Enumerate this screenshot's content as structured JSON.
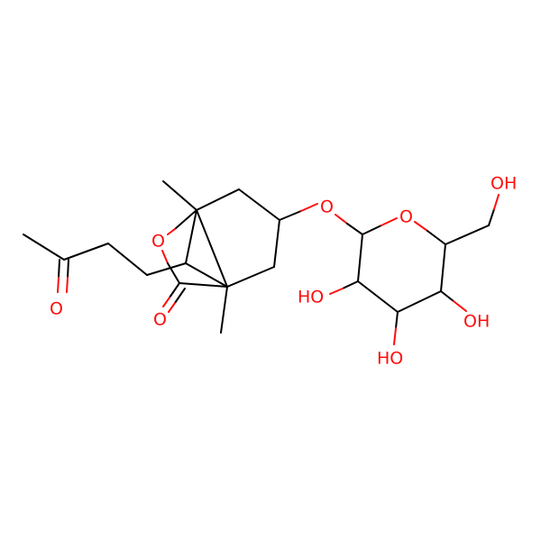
{
  "molecule": {
    "atom_color": "#ff0d0d",
    "bond_color": "#000000",
    "labels": {
      "ring_oxygen_bridge": "O",
      "ketone_oxygen_chain": "O",
      "lactone_carbonyl_oxygen": "O",
      "glycosidic_oxygen": "O",
      "sugar_ring_oxygen": "O",
      "hydroxymethyl_oh": "OH",
      "hydroxyl_c2": "HO",
      "hydroxyl_c3": "HO",
      "hydroxyl_c4": "OH"
    }
  }
}
